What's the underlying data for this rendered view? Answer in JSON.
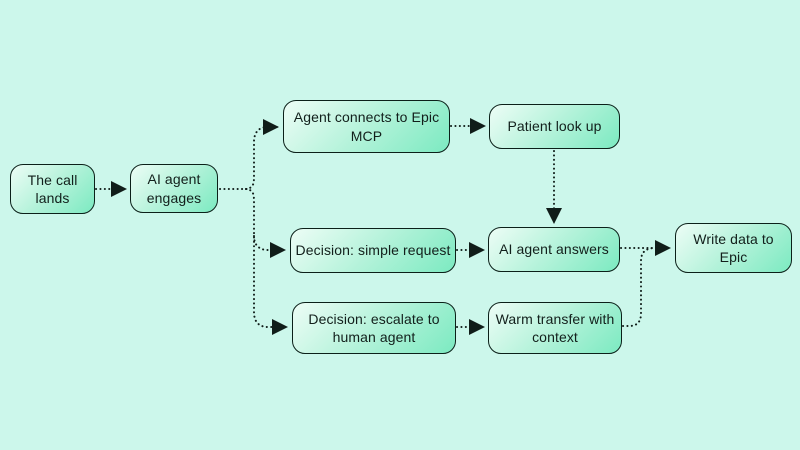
{
  "diagram": {
    "background_color": "#ccf7eb",
    "node_fill_top": "#edfdf6",
    "node_fill_bottom": "#7ceac1",
    "node_border_color": "#0b2019",
    "text_color": "#121f1b",
    "connector_color": "#101d19",
    "connector_style": "dotted-arrow"
  },
  "nodes": [
    {
      "id": "call-lands",
      "label": "The call lands"
    },
    {
      "id": "ai-engages",
      "label": "AI agent engages"
    },
    {
      "id": "connects-epic",
      "label": "Agent connects to Epic MCP"
    },
    {
      "id": "patient-lookup",
      "label": "Patient look up"
    },
    {
      "id": "decision-simple",
      "label": "Decision: simple request"
    },
    {
      "id": "ai-answers",
      "label": "AI agent answers"
    },
    {
      "id": "write-epic",
      "label": "Write data to Epic"
    },
    {
      "id": "decision-escalate",
      "label": "Decision: escalate to human agent"
    },
    {
      "id": "warm-transfer",
      "label": "Warm transfer with context"
    }
  ],
  "edges": [
    {
      "from": "call-lands",
      "to": "ai-engages"
    },
    {
      "from": "ai-engages",
      "to": "connects-epic"
    },
    {
      "from": "ai-engages",
      "to": "decision-simple"
    },
    {
      "from": "ai-engages",
      "to": "decision-escalate"
    },
    {
      "from": "connects-epic",
      "to": "patient-lookup"
    },
    {
      "from": "patient-lookup",
      "to": "ai-answers"
    },
    {
      "from": "decision-simple",
      "to": "ai-answers"
    },
    {
      "from": "ai-answers",
      "to": "write-epic"
    },
    {
      "from": "decision-escalate",
      "to": "warm-transfer"
    },
    {
      "from": "warm-transfer",
      "to": "write-epic"
    }
  ]
}
